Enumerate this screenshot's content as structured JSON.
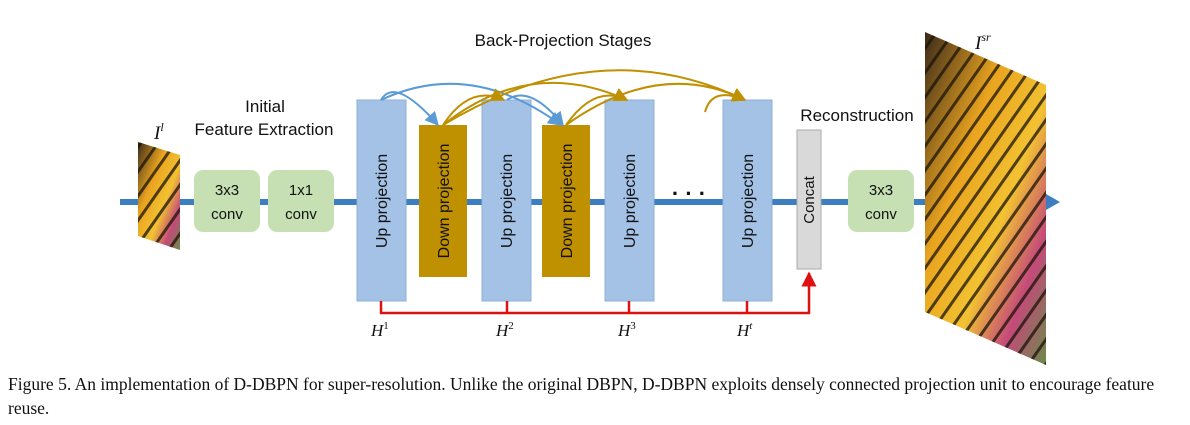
{
  "figure": {
    "stage_title": "Back-Projection Stages",
    "initial_label_line1": "Initial",
    "initial_label_line2": "Feature Extraction",
    "reconstruction_label": "Reconstruction",
    "input_label": "I",
    "input_sup": "l",
    "output_label": "I",
    "output_sup": "sr",
    "conv1": {
      "line1": "3x3",
      "line2": "conv"
    },
    "conv2": {
      "line1": "1x1",
      "line2": "conv"
    },
    "conv3": {
      "line1": "3x3",
      "line2": "conv"
    },
    "up_label": "Up projection",
    "down_label": "Down projection",
    "concat_label": "Concat",
    "ellipsis": "· · ·",
    "h_labels": [
      {
        "base": "H",
        "sup": "1"
      },
      {
        "base": "H",
        "sup": "2"
      },
      {
        "base": "H",
        "sup": "3"
      },
      {
        "base": "H",
        "sup": "t"
      }
    ],
    "colors": {
      "up_block": "#a4c2e6",
      "down_block": "#bf9000",
      "conv_block": "#c6e0b4",
      "concat_block": "#d9d9d9",
      "main_arrow": "#3c7ebf",
      "skip_line": "#e01010",
      "blue_arc": "#5b9bd5",
      "gold_arc": "#bf9000"
    },
    "icons": [
      "butterfly-image-icon"
    ]
  },
  "caption": "Figure 5. An implementation of D-DBPN for super-resolution. Unlike the original DBPN, D-DBPN exploits densely connected projection unit to encourage feature reuse."
}
